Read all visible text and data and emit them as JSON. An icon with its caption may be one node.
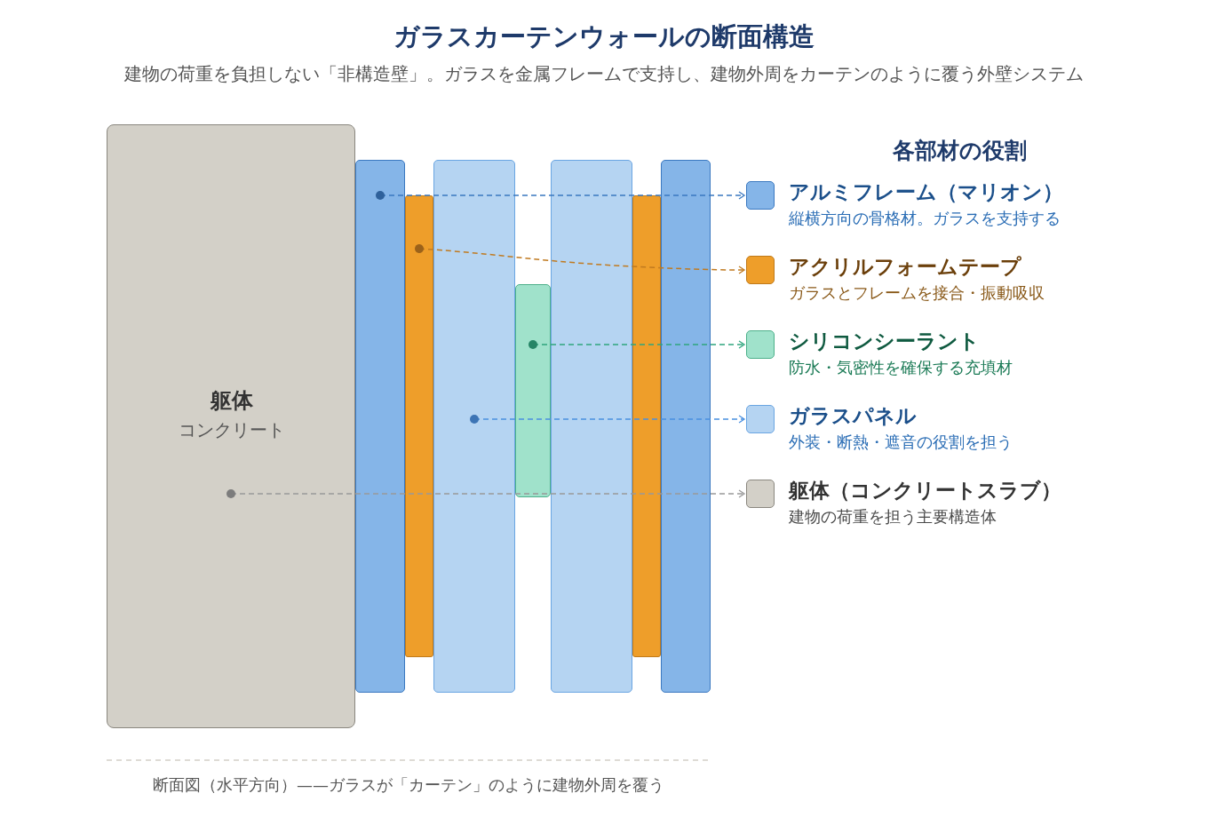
{
  "diagram": {
    "title": "ガラスカーテンウォールの断面構造",
    "caption": "断面図（水平方向）——ガラスが「カーテン」のように建物外周を覆う",
    "nodes": [
      {
        "text": [
          "躯体",
          "コンクリート"
        ]
      },
      {
        "text": [],
        "shape": "bar"
      },
      {
        "text": [],
        "shape": "bar"
      },
      {
        "text": [],
        "shape": "bar"
      },
      {
        "text": [],
        "shape": "bar"
      },
      {
        "text": [],
        "shape": "bar"
      },
      {
        "text": [],
        "shape": "bar"
      },
      {
        "text": [],
        "shape": "bar"
      },
      {
        "text": [
          "アルミフレーム（マリオン）",
          "縦横方向の骨格材。ガラスを支持する"
        ]
      },
      {
        "text": [
          "アクリルフォームテープ",
          "ガラスとフレームを接合・振動吸収"
        ]
      },
      {
        "text": [
          "シリコンシーラント",
          "防水・気密性を確保する充填材"
        ]
      },
      {
        "text": [
          "ガラスパネル",
          "外装・断熱・遮音の役割を担う"
        ]
      },
      {
        "text": [
          "躯体（コンクリートスラブ）",
          "建物の荷重を担う主要構造体"
        ]
      }
    ],
    "edges": [
      {
        "from": 1,
        "to": 8,
        "arrow": "to",
        "style": "dashed",
        "color": "#3a78c0"
      },
      {
        "from": 2,
        "to": 9,
        "arrow": "to",
        "style": "dashed",
        "color": "#c07a20"
      },
      {
        "from": 4,
        "to": 10,
        "arrow": "to",
        "style": "dashed",
        "color": "#2fa57e"
      },
      {
        "from": 3,
        "to": 11,
        "arrow": "to",
        "style": "dashed",
        "color": "#4a90e0"
      },
      {
        "from": 0,
        "to": 12,
        "arrow": "to",
        "style": "dashed",
        "color": "#999999"
      }
    ],
    "labels": [
      "建物の荷重を負担しない「非構造壁」。ガラスを金属フレームで支持し、建物外周をカーテンのように覆う外壁システム",
      "各部材の役割"
    ]
  }
}
